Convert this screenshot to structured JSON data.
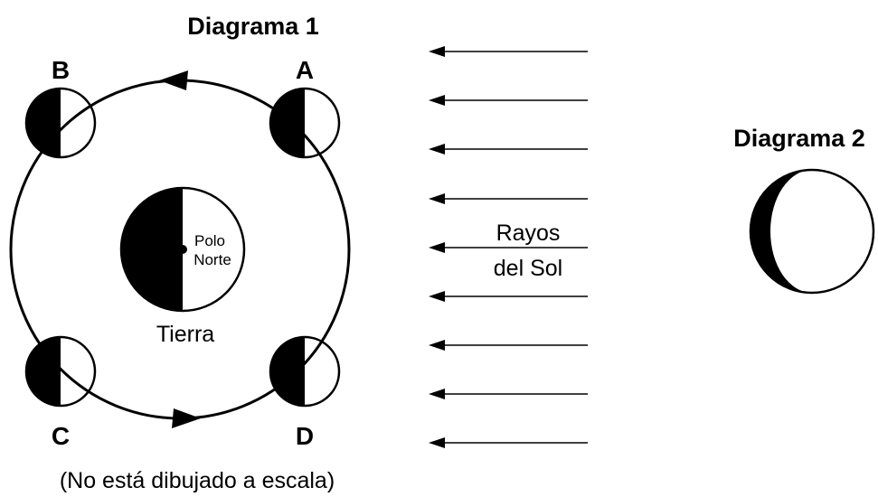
{
  "diagram1": {
    "title": "Diagrama 1",
    "moon_labels": {
      "a": "A",
      "b": "B",
      "c": "C",
      "d": "D"
    },
    "earth": {
      "label": "Tierra",
      "pole_line1": "Polo",
      "pole_line2": "Norte"
    },
    "note": "(No está dibujado a escala)"
  },
  "sun_rays": {
    "label_line1": "Rayos",
    "label_line2": "del Sol",
    "count": 9
  },
  "diagram2": {
    "title": "Diagrama 2"
  },
  "colors": {
    "ink": "#000000",
    "paper": "#ffffff"
  }
}
